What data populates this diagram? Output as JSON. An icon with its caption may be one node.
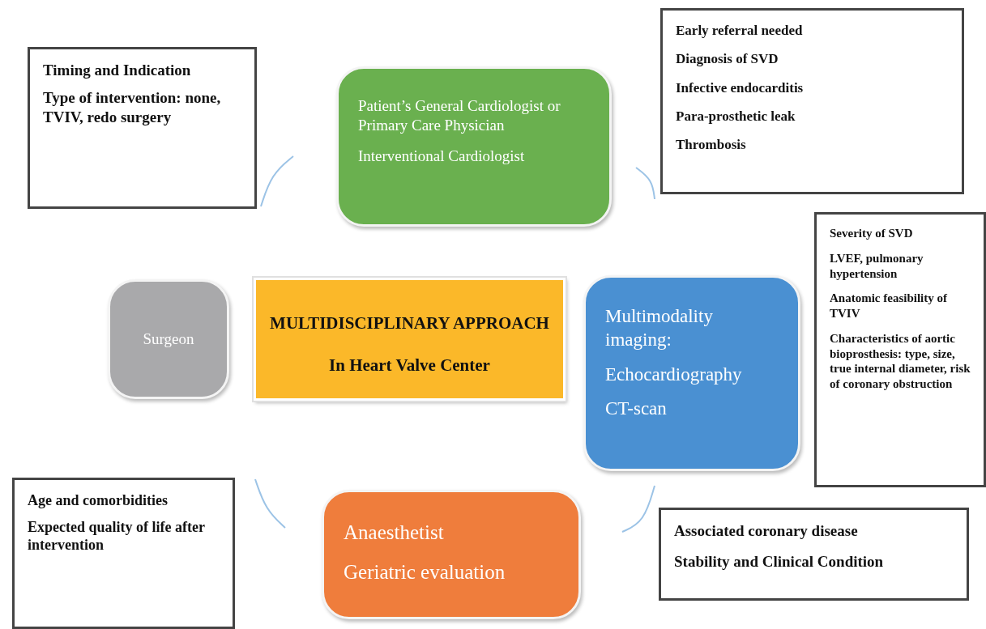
{
  "diagram": {
    "nodes": [
      {
        "text": [
          "Patient’s General Cardiologist or Primary Care Physician",
          "Interventional Cardiologist"
        ]
      },
      {
        "text": [
          "Timing and Indication",
          "Type of intervention: none, TVIV, redo surgery"
        ]
      },
      {
        "text": [
          "Early referral needed",
          "Diagnosis of SVD",
          "Infective endocarditis",
          "Para-prosthetic leak",
          "Thrombosis"
        ]
      },
      {
        "text": [
          "Surgeon"
        ]
      },
      {
        "text": [
          "MULTIDISCIPLINARY APPROACH",
          "In Heart Valve Center"
        ]
      },
      {
        "text": [
          "Multimodality imaging:",
          "Echocardiography",
          "CT-scan"
        ]
      },
      {
        "text": [
          "Severity of SVD",
          "LVEF, pulmonary hypertension",
          "Anatomic feasibility of TVIV",
          "Characteristics of aortic bioprosthesis: type, size, true internal diameter, risk of coronary obstruction"
        ]
      },
      {
        "text": [
          "Age and comorbidities",
          "Expected quality of life after intervention"
        ]
      },
      {
        "text": [
          "Anaesthetist",
          "Geriatric evaluation"
        ]
      },
      {
        "text": [
          "Associated coronary disease",
          "Stability and Clinical Condition"
        ]
      }
    ]
  }
}
